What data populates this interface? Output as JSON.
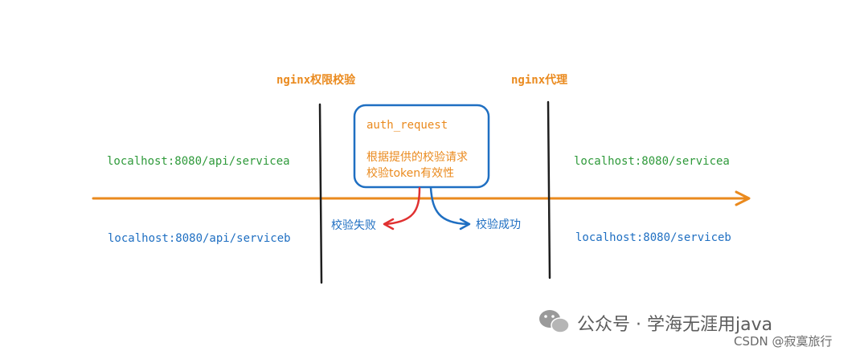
{
  "gateway": {
    "auth_title": "nginx权限校验",
    "proxy_title": "nginx代理"
  },
  "left_urls": {
    "servicea": "localhost:8080/api/servicea",
    "serviceb": "localhost:8080/api/serviceb"
  },
  "right_urls": {
    "servicea": "localhost:8080/servicea",
    "serviceb": "localhost:8080/serviceb"
  },
  "auth_box": {
    "title": "auth_request",
    "line1": "根据提供的校验请求",
    "line2": "校验token有效性"
  },
  "results": {
    "fail": "校验失败",
    "success": "校验成功"
  },
  "watermark": {
    "account": "公众号 · 学海无涯用java",
    "source": "CSDN @寂寞旅行"
  },
  "colors": {
    "orange": "#ea8a1e",
    "green": "#2f9a3b",
    "blue": "#1f6fc2",
    "red": "#e03131",
    "black": "#1e1e1e"
  }
}
